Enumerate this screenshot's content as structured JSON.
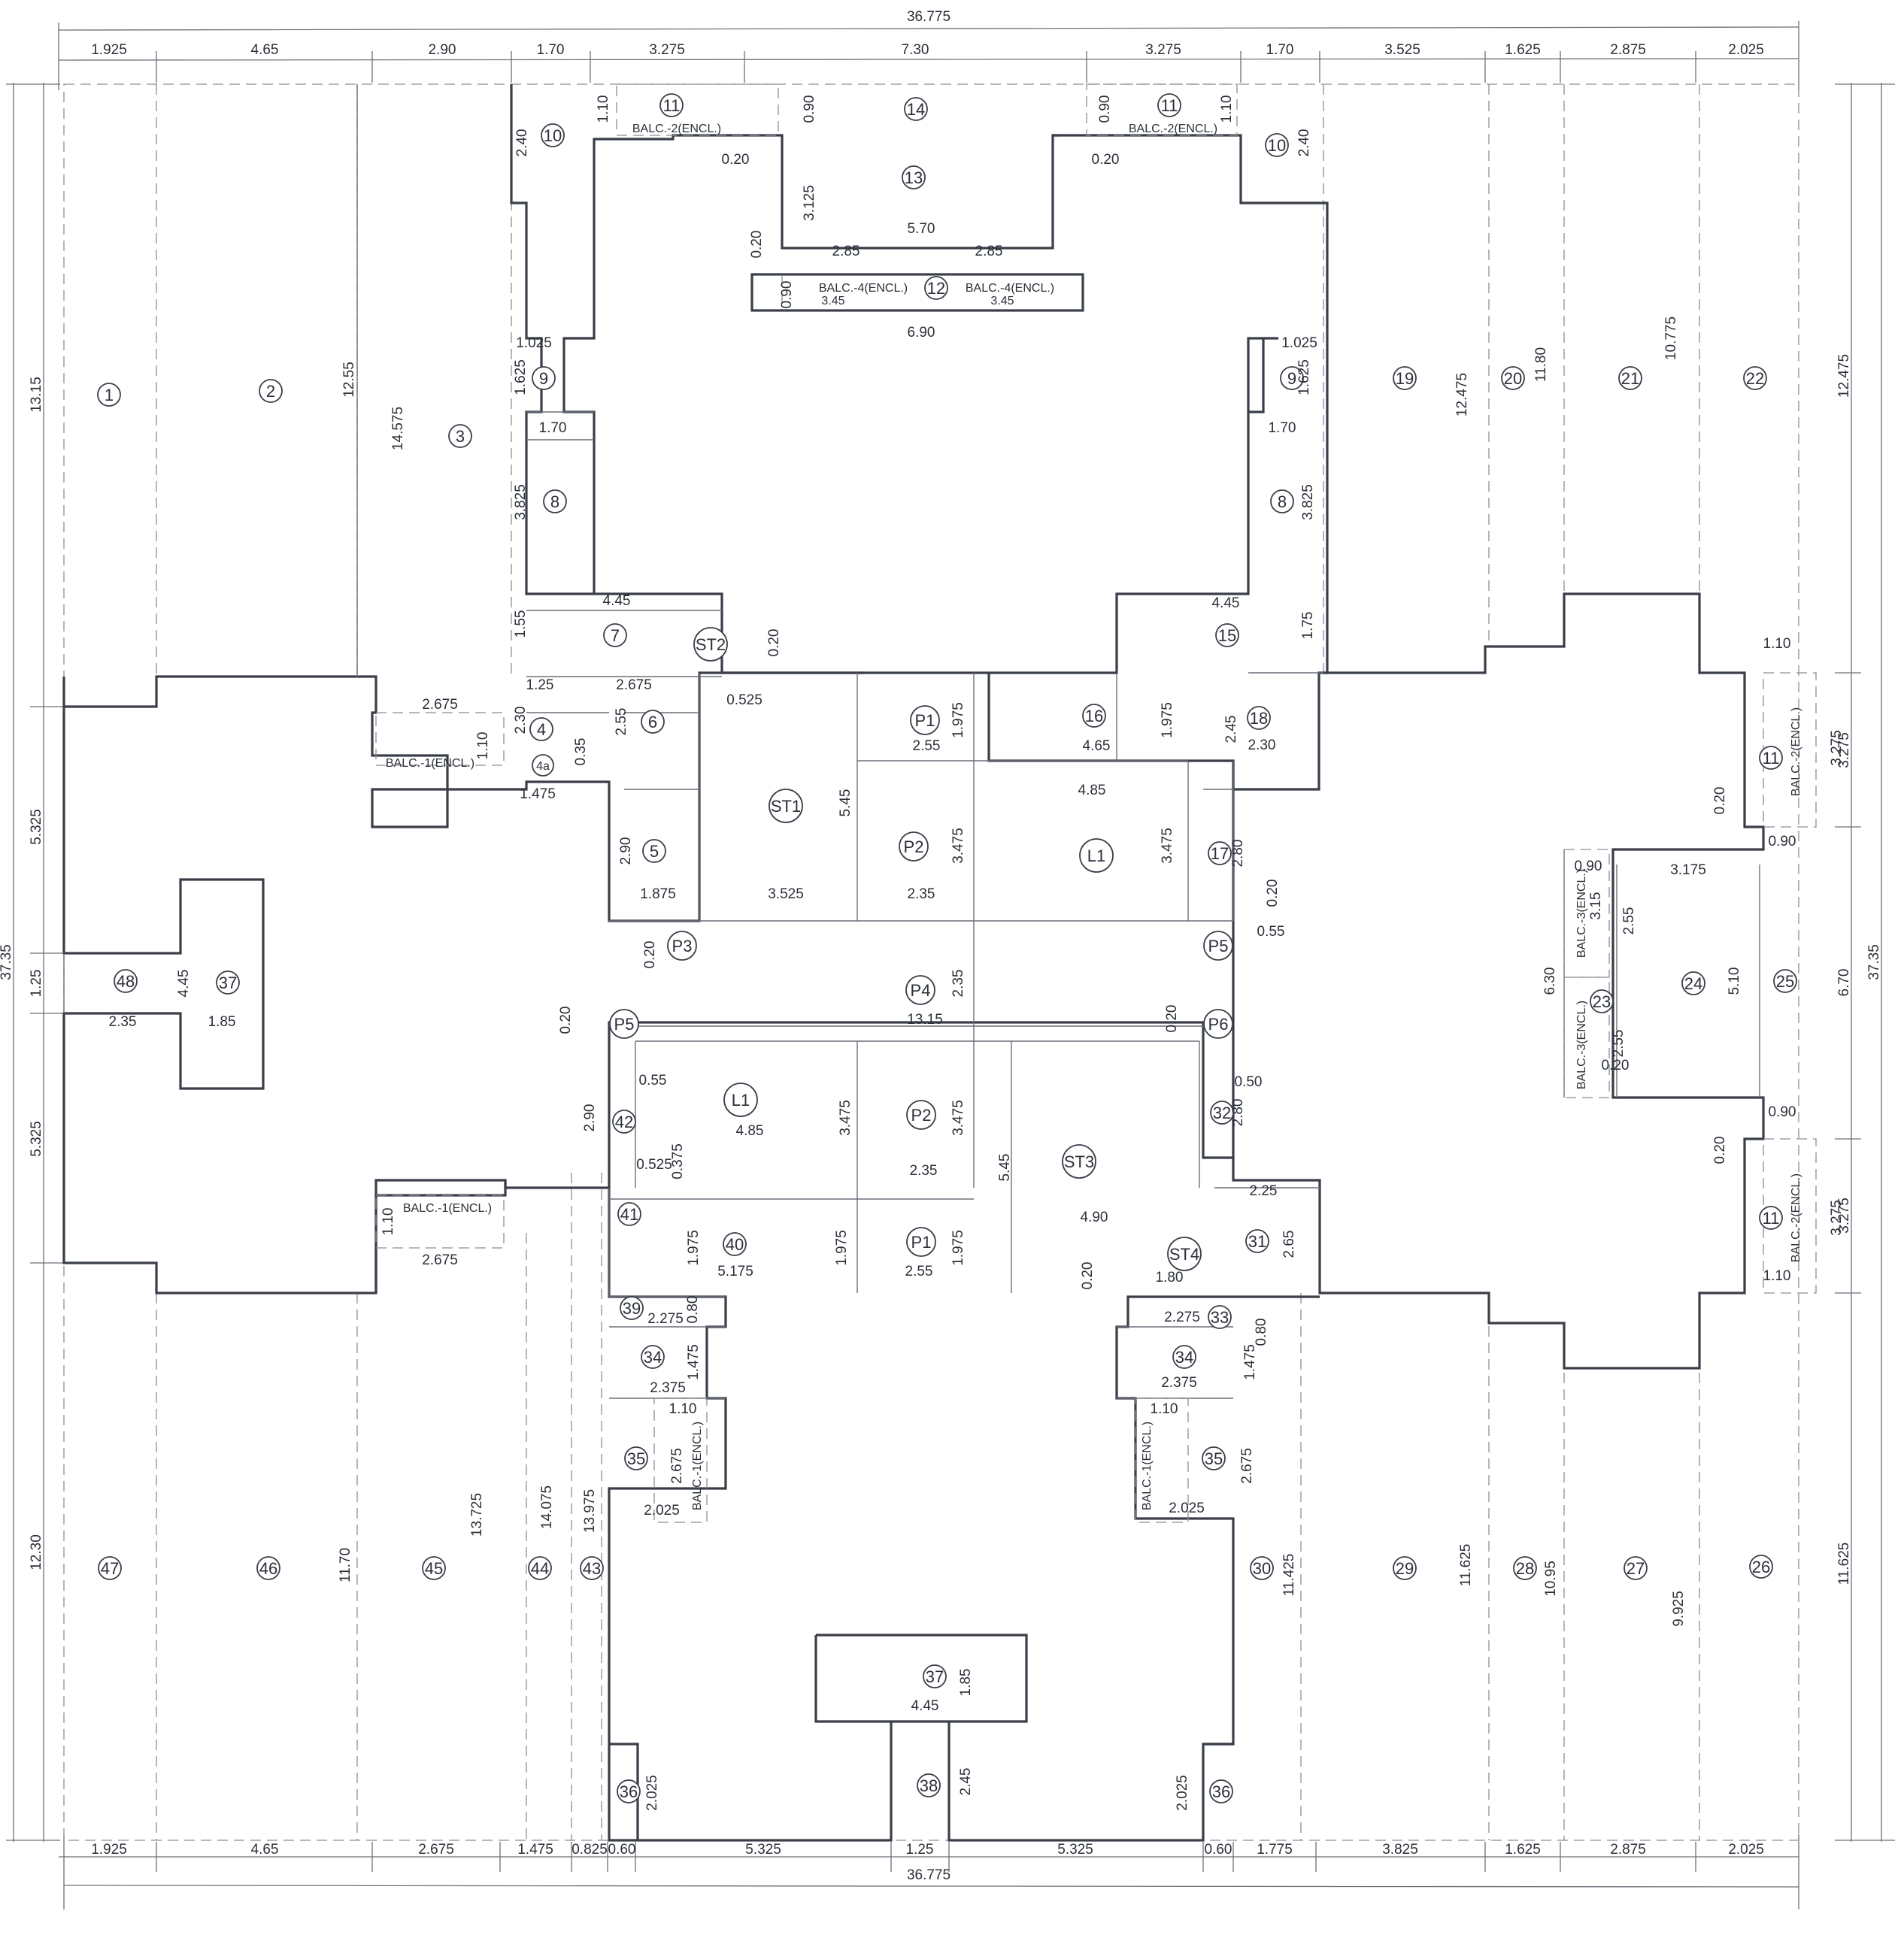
{
  "overall": {
    "top_total": "36.775",
    "bottom_total": "36.775",
    "left_total": "37.35",
    "right_total": "37.35"
  },
  "top_dims": [
    "1.925",
    "4.65",
    "2.90",
    "1.70",
    "3.275",
    "7.30",
    "3.275",
    "1.70",
    "3.525",
    "1.625",
    "2.875",
    "2.025"
  ],
  "bottom_dims": [
    "1.925",
    "4.65",
    "2.675",
    "1.475",
    "0.825",
    "0.60",
    "5.325",
    "1.25",
    "5.325",
    "0.60",
    "1.775",
    "3.825",
    "1.625",
    "2.875",
    "2.025"
  ],
  "left_dims": [
    "13.15",
    "5.325",
    "1.25",
    "5.325",
    "12.30"
  ],
  "right_dims": [
    "12.475",
    "3.275",
    "6.70",
    "3.275",
    "11.625"
  ],
  "room_labels": [
    {
      "id": "r1",
      "text": "1"
    },
    {
      "id": "r2",
      "text": "2"
    },
    {
      "id": "r3",
      "text": "3"
    },
    {
      "id": "r4",
      "text": "4"
    },
    {
      "id": "r4a",
      "text": "4a"
    },
    {
      "id": "r5",
      "text": "5"
    },
    {
      "id": "r6",
      "text": "6"
    },
    {
      "id": "r7",
      "text": "7"
    },
    {
      "id": "r8l",
      "text": "8"
    },
    {
      "id": "r8r",
      "text": "8"
    },
    {
      "id": "r9l",
      "text": "9"
    },
    {
      "id": "r9r",
      "text": "9"
    },
    {
      "id": "r10l",
      "text": "10"
    },
    {
      "id": "r10r",
      "text": "10"
    },
    {
      "id": "r11a",
      "text": "11"
    },
    {
      "id": "r11b",
      "text": "11"
    },
    {
      "id": "r11c",
      "text": "11"
    },
    {
      "id": "r11d",
      "text": "11"
    },
    {
      "id": "r12",
      "text": "12"
    },
    {
      "id": "r13",
      "text": "13"
    },
    {
      "id": "r14",
      "text": "14"
    },
    {
      "id": "r15",
      "text": "15"
    },
    {
      "id": "r16",
      "text": "16"
    },
    {
      "id": "r17",
      "text": "17"
    },
    {
      "id": "r18",
      "text": "18"
    },
    {
      "id": "r19",
      "text": "19"
    },
    {
      "id": "r20",
      "text": "20"
    },
    {
      "id": "r21",
      "text": "21"
    },
    {
      "id": "r22",
      "text": "22"
    },
    {
      "id": "r23",
      "text": "23"
    },
    {
      "id": "r24",
      "text": "24"
    },
    {
      "id": "r25",
      "text": "25"
    },
    {
      "id": "r26",
      "text": "26"
    },
    {
      "id": "r27",
      "text": "27"
    },
    {
      "id": "r28",
      "text": "28"
    },
    {
      "id": "r29",
      "text": "29"
    },
    {
      "id": "r30",
      "text": "30"
    },
    {
      "id": "r31",
      "text": "31"
    },
    {
      "id": "r32",
      "text": "32"
    },
    {
      "id": "r33",
      "text": "33"
    },
    {
      "id": "r34l",
      "text": "34"
    },
    {
      "id": "r34r",
      "text": "34"
    },
    {
      "id": "r35l",
      "text": "35"
    },
    {
      "id": "r35r",
      "text": "35"
    },
    {
      "id": "r36l",
      "text": "36"
    },
    {
      "id": "r36r",
      "text": "36"
    },
    {
      "id": "r37l",
      "text": "37"
    },
    {
      "id": "r37b",
      "text": "37"
    },
    {
      "id": "r38",
      "text": "38"
    },
    {
      "id": "r39",
      "text": "39"
    },
    {
      "id": "r40",
      "text": "40"
    },
    {
      "id": "r41",
      "text": "41"
    },
    {
      "id": "r42",
      "text": "42"
    },
    {
      "id": "r43",
      "text": "43"
    },
    {
      "id": "r44",
      "text": "44"
    },
    {
      "id": "r45",
      "text": "45"
    },
    {
      "id": "r46",
      "text": "46"
    },
    {
      "id": "r47",
      "text": "47"
    },
    {
      "id": "r48",
      "text": "48"
    },
    {
      "id": "st1",
      "text": "ST1"
    },
    {
      "id": "st2",
      "text": "ST2"
    },
    {
      "id": "st3",
      "text": "ST3"
    },
    {
      "id": "st4",
      "text": "ST4"
    },
    {
      "id": "p1a",
      "text": "P1"
    },
    {
      "id": "p1b",
      "text": "P1"
    },
    {
      "id": "p2a",
      "text": "P2"
    },
    {
      "id": "p2b",
      "text": "P2"
    },
    {
      "id": "p3",
      "text": "P3"
    },
    {
      "id": "p4",
      "text": "P4"
    },
    {
      "id": "p5a",
      "text": "P5"
    },
    {
      "id": "p5b",
      "text": "P5"
    },
    {
      "id": "p6",
      "text": "P6"
    },
    {
      "id": "l1a",
      "text": "L1"
    },
    {
      "id": "l1b",
      "text": "L1"
    }
  ],
  "balcony_labels": [
    {
      "id": "b2tl",
      "text": "BALC.-2(ENCL.)"
    },
    {
      "id": "b2tr",
      "text": "BALC.-2(ENCL.)"
    },
    {
      "id": "b4l",
      "text": "BALC.-4(ENCL.)"
    },
    {
      "id": "b4r",
      "text": "BALC.-4(ENCL.)"
    },
    {
      "id": "b1l",
      "text": "BALC.-1(ENCL.)"
    },
    {
      "id": "b1lb",
      "text": "BALC.-1(ENCL.)"
    },
    {
      "id": "b1bl",
      "text": "BALC.-1(ENCL.)"
    },
    {
      "id": "b1br",
      "text": "BALC.-1(ENCL.)"
    },
    {
      "id": "b2r1",
      "text": "BALC.-2(ENCL.)"
    },
    {
      "id": "b2r2",
      "text": "BALC.-2(ENCL.)"
    },
    {
      "id": "b3a",
      "text": "BALC.-3(ENCL.)"
    },
    {
      "id": "b3b",
      "text": "BALC.-3(ENCL.)"
    }
  ],
  "inner_dims": [
    {
      "id": "d1",
      "text": "12.55"
    },
    {
      "id": "d2",
      "text": "14.575"
    },
    {
      "id": "d3",
      "text": "2.40"
    },
    {
      "id": "d4",
      "text": "1.10"
    },
    {
      "id": "d5",
      "text": "0.20"
    },
    {
      "id": "d6",
      "text": "0.90"
    },
    {
      "id": "d7",
      "text": "3.125"
    },
    {
      "id": "d8",
      "text": "5.70"
    },
    {
      "id": "d9",
      "text": "2.85"
    },
    {
      "id": "d10",
      "text": "2.85"
    },
    {
      "id": "d11",
      "text": "0.20"
    },
    {
      "id": "d12",
      "text": "0.90"
    },
    {
      "id": "d13",
      "text": "3.45"
    },
    {
      "id": "d14",
      "text": "3.45"
    },
    {
      "id": "d15",
      "text": "6.90"
    },
    {
      "id": "d16",
      "text": "0.90"
    },
    {
      "id": "d17",
      "text": "0.20"
    },
    {
      "id": "d18",
      "text": "1.10"
    },
    {
      "id": "d19",
      "text": "2.40"
    },
    {
      "id": "d20",
      "text": "1.025"
    },
    {
      "id": "d21",
      "text": "1.625"
    },
    {
      "id": "d22",
      "text": "1.70"
    },
    {
      "id": "d23",
      "text": "3.825"
    },
    {
      "id": "d24",
      "text": "1.025"
    },
    {
      "id": "d25",
      "text": "1.625"
    },
    {
      "id": "d26",
      "text": "1.70"
    },
    {
      "id": "d27",
      "text": "3.825"
    },
    {
      "id": "d28",
      "text": "4.45"
    },
    {
      "id": "d29",
      "text": "1.55"
    },
    {
      "id": "d30",
      "text": "0.20"
    },
    {
      "id": "d31",
      "text": "4.45"
    },
    {
      "id": "d32",
      "text": "1.75"
    },
    {
      "id": "d33",
      "text": "12.475"
    },
    {
      "id": "d34",
      "text": "11.80"
    },
    {
      "id": "d35",
      "text": "10.775"
    },
    {
      "id": "d36",
      "text": "1.25"
    },
    {
      "id": "d37",
      "text": "2.675"
    },
    {
      "id": "d38",
      "text": "2.675"
    },
    {
      "id": "d39",
      "text": "2.30"
    },
    {
      "id": "d40",
      "text": "1.10"
    },
    {
      "id": "d41",
      "text": "2.55"
    },
    {
      "id": "d42",
      "text": "0.35"
    },
    {
      "id": "d43",
      "text": "1.475"
    },
    {
      "id": "d44",
      "text": "0.525"
    },
    {
      "id": "d45",
      "text": "1.975"
    },
    {
      "id": "d46",
      "text": "2.55"
    },
    {
      "id": "d47",
      "text": "4.65"
    },
    {
      "id": "d48",
      "text": "1.975"
    },
    {
      "id": "d49",
      "text": "2.45"
    },
    {
      "id": "d50",
      "text": "2.30"
    },
    {
      "id": "d51",
      "text": "4.85"
    },
    {
      "id": "d52",
      "text": "5.45"
    },
    {
      "id": "d53",
      "text": "3.475"
    },
    {
      "id": "d54",
      "text": "3.475"
    },
    {
      "id": "d55",
      "text": "2.80"
    },
    {
      "id": "d56",
      "text": "2.90"
    },
    {
      "id": "d57",
      "text": "1.875"
    },
    {
      "id": "d58",
      "text": "3.525"
    },
    {
      "id": "d59",
      "text": "2.35"
    },
    {
      "id": "d60",
      "text": "0.20"
    },
    {
      "id": "d61",
      "text": "0.55"
    },
    {
      "id": "d62",
      "text": "0.20"
    },
    {
      "id": "d63",
      "text": "2.35"
    },
    {
      "id": "d64",
      "text": "13.15"
    },
    {
      "id": "d65",
      "text": "0.20"
    },
    {
      "id": "d66",
      "text": "0.20"
    },
    {
      "id": "d67",
      "text": "4.45"
    },
    {
      "id": "d68",
      "text": "2.35"
    },
    {
      "id": "d69",
      "text": "1.85"
    },
    {
      "id": "d70",
      "text": "1.10"
    },
    {
      "id": "d71",
      "text": "3.275"
    },
    {
      "id": "d72",
      "text": "0.20"
    },
    {
      "id": "d73",
      "text": "0.90"
    },
    {
      "id": "d74",
      "text": "0.90"
    },
    {
      "id": "d75",
      "text": "3.175"
    },
    {
      "id": "d76",
      "text": "3.15"
    },
    {
      "id": "d77",
      "text": "2.55"
    },
    {
      "id": "d78",
      "text": "6.30"
    },
    {
      "id": "d79",
      "text": "5.10"
    },
    {
      "id": "d80",
      "text": "2.55"
    },
    {
      "id": "d81",
      "text": "0.20"
    },
    {
      "id": "d82",
      "text": "0.90"
    },
    {
      "id": "d83",
      "text": "0.20"
    },
    {
      "id": "d84",
      "text": "3.275"
    },
    {
      "id": "d85",
      "text": "1.10"
    },
    {
      "id": "d86",
      "text": "0.55"
    },
    {
      "id": "d87",
      "text": "2.90"
    },
    {
      "id": "d88",
      "text": "4.85"
    },
    {
      "id": "d89",
      "text": "3.475"
    },
    {
      "id": "d90",
      "text": "3.475"
    },
    {
      "id": "d91",
      "text": "0.525"
    },
    {
      "id": "d92",
      "text": "0.375"
    },
    {
      "id": "d93",
      "text": "2.35"
    },
    {
      "id": "d94",
      "text": "5.45"
    },
    {
      "id": "d95",
      "text": "0.50"
    },
    {
      "id": "d96",
      "text": "2.80"
    },
    {
      "id": "d97",
      "text": "2.25"
    },
    {
      "id": "d98",
      "text": "4.90"
    },
    {
      "id": "d99",
      "text": "2.65"
    },
    {
      "id": "d100",
      "text": "1.975"
    },
    {
      "id": "d101",
      "text": "5.175"
    },
    {
      "id": "d102",
      "text": "1.975"
    },
    {
      "id": "d103",
      "text": "1.975"
    },
    {
      "id": "d104",
      "text": "2.55"
    },
    {
      "id": "d105",
      "text": "0.20"
    },
    {
      "id": "d106",
      "text": "1.80"
    },
    {
      "id": "d107",
      "text": "1.10"
    },
    {
      "id": "d108",
      "text": "2.675"
    },
    {
      "id": "d109",
      "text": "2.275"
    },
    {
      "id": "d110",
      "text": "0.80"
    },
    {
      "id": "d111",
      "text": "1.475"
    },
    {
      "id": "d112",
      "text": "2.375"
    },
    {
      "id": "d113",
      "text": "1.10"
    },
    {
      "id": "d114",
      "text": "2.675"
    },
    {
      "id": "d115",
      "text": "2.025"
    },
    {
      "id": "d116",
      "text": "2.275"
    },
    {
      "id": "d117",
      "text": "0.80"
    },
    {
      "id": "d118",
      "text": "1.475"
    },
    {
      "id": "d119",
      "text": "2.375"
    },
    {
      "id": "d120",
      "text": "1.10"
    },
    {
      "id": "d121",
      "text": "2.675"
    },
    {
      "id": "d122",
      "text": "2.025"
    },
    {
      "id": "d123",
      "text": "11.70"
    },
    {
      "id": "d124",
      "text": "13.725"
    },
    {
      "id": "d125",
      "text": "14.075"
    },
    {
      "id": "d126",
      "text": "13.975"
    },
    {
      "id": "d127",
      "text": "11.425"
    },
    {
      "id": "d128",
      "text": "11.625"
    },
    {
      "id": "d129",
      "text": "10.95"
    },
    {
      "id": "d130",
      "text": "9.925"
    },
    {
      "id": "d131",
      "text": "1.85"
    },
    {
      "id": "d132",
      "text": "4.45"
    },
    {
      "id": "d133",
      "text": "2.45"
    },
    {
      "id": "d134",
      "text": "2.025"
    },
    {
      "id": "d135",
      "text": "2.025"
    }
  ]
}
